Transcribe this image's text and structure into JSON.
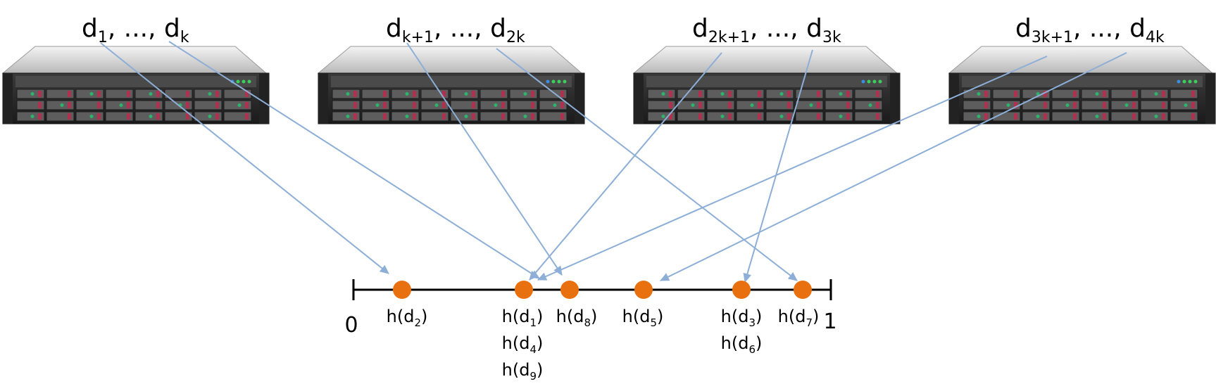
{
  "servers": [
    {
      "range": {
        "start": "d",
        "start_sub": "1",
        "sep": ", ..., ",
        "end": "d",
        "end_sub": "k"
      }
    },
    {
      "range": {
        "start": "d",
        "start_sub": "k+1",
        "sep": ", ..., ",
        "end": "d",
        "end_sub": "2k"
      }
    },
    {
      "range": {
        "start": "d",
        "start_sub": "2k+1",
        "sep": ", ..., ",
        "end": "d",
        "end_sub": "3k"
      }
    },
    {
      "range": {
        "start": "d",
        "start_sub": "3k+1",
        "sep": ", ..., ",
        "end": "d",
        "end_sub": "4k"
      }
    }
  ],
  "line": {
    "start_label": "0",
    "end_label": "1"
  },
  "points": [
    {
      "labels": [
        {
          "pre": "h(d",
          "sub": "2",
          "post": ")"
        }
      ]
    },
    {
      "labels": [
        {
          "pre": "h(d",
          "sub": "1",
          "post": ")"
        },
        {
          "pre": "h(d",
          "sub": "4",
          "post": ")"
        },
        {
          "pre": "h(d",
          "sub": "9",
          "post": ")"
        }
      ]
    },
    {
      "labels": [
        {
          "pre": "h(d",
          "sub": "8",
          "post": ")"
        }
      ]
    },
    {
      "labels": [
        {
          "pre": "h(d",
          "sub": "5",
          "post": ")"
        }
      ]
    },
    {
      "labels": [
        {
          "pre": "h(d",
          "sub": "3",
          "post": ")"
        },
        {
          "pre": "h(d",
          "sub": "6",
          "post": ")"
        }
      ]
    },
    {
      "labels": [
        {
          "pre": "h(d",
          "sub": "7",
          "post": ")"
        }
      ]
    }
  ],
  "colors": {
    "point": "#E8700E",
    "arrow": "#8DAED6",
    "axis": "#000000"
  }
}
